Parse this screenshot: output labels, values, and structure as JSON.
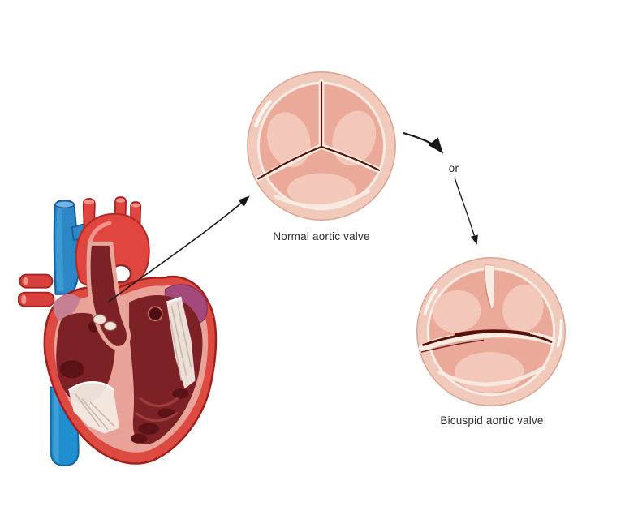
{
  "labels": {
    "normal_valve": "Normal aortic valve",
    "or_connector": "or",
    "bicuspid_valve": "Bicuspid aortic valve"
  },
  "illustrations": {
    "heart": "heart-cross-section",
    "normal_valve": "trileaflet-aortic-valve-circle",
    "bicuspid_valve": "bicuspid-aortic-valve-circle"
  },
  "colors": {
    "background": "#ffffff",
    "valve_ring": "#f1cabc",
    "valve_ring_edge": "#dca593",
    "valve_cusp": "#eba99a",
    "valve_cusp_light": "#f3c7b9",
    "valve_commissure_dark": "#571108",
    "valve_commissure_cream": "#f8ece3",
    "heart_red": "#e0463f",
    "heart_outline": "#a32220",
    "heart_chamber_maroon": "#7c2125",
    "heart_wall_pink": "#e9a298",
    "atrium_purple": "#a4497b",
    "vein_blue": "#2b87c6",
    "chordae_cream": "#f2eae2",
    "arrow_black": "#181818",
    "label_text": "#2d2d2d"
  }
}
